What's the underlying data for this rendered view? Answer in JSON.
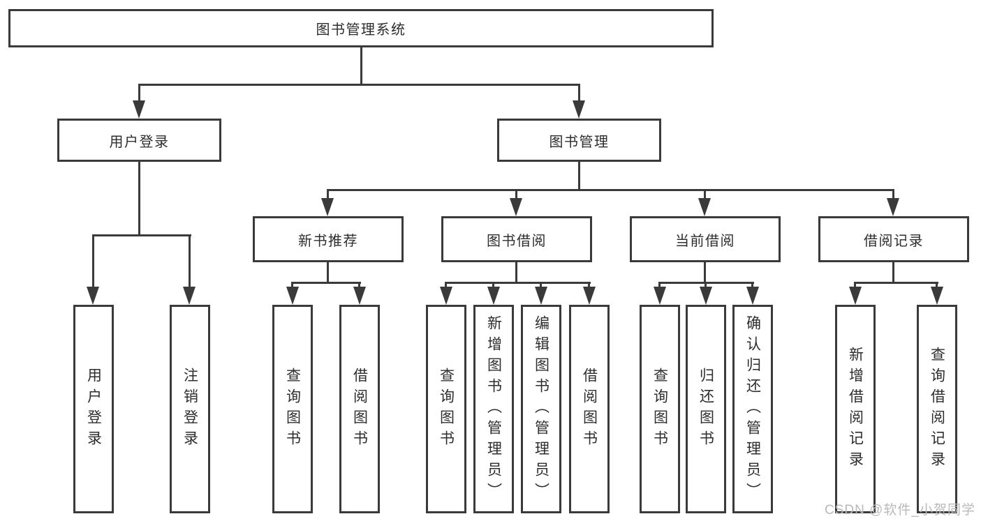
{
  "tree": {
    "root": {
      "label": "图书管理系统"
    },
    "branches": [
      {
        "label": "用户登录",
        "children": [
          {
            "label": "用户登录"
          },
          {
            "label": "注销登录"
          }
        ]
      },
      {
        "label": "图书管理",
        "children": [
          {
            "label": "新书推荐",
            "children": [
              {
                "label": "查询图书"
              },
              {
                "label": "借阅图书"
              }
            ]
          },
          {
            "label": "图书借阅",
            "children": [
              {
                "label": "查询图书"
              },
              {
                "label": "新增图书（管理员）"
              },
              {
                "label": "编辑图书（管理员）"
              },
              {
                "label": "借阅图书"
              }
            ]
          },
          {
            "label": "当前借阅",
            "children": [
              {
                "label": "查询图书"
              },
              {
                "label": "归还图书"
              },
              {
                "label": "确认归还（管理员）"
              }
            ]
          },
          {
            "label": "借阅记录",
            "children": [
              {
                "label": "新增借阅记录"
              },
              {
                "label": "查询借阅记录"
              }
            ]
          }
        ]
      }
    ]
  },
  "watermark": {
    "text": "CSDN @软件_小贺同学"
  },
  "colors": {
    "line": "#3a3a3a",
    "text": "#2d2d2d",
    "watermark": "#b9b9b9",
    "background": "#ffffff"
  }
}
